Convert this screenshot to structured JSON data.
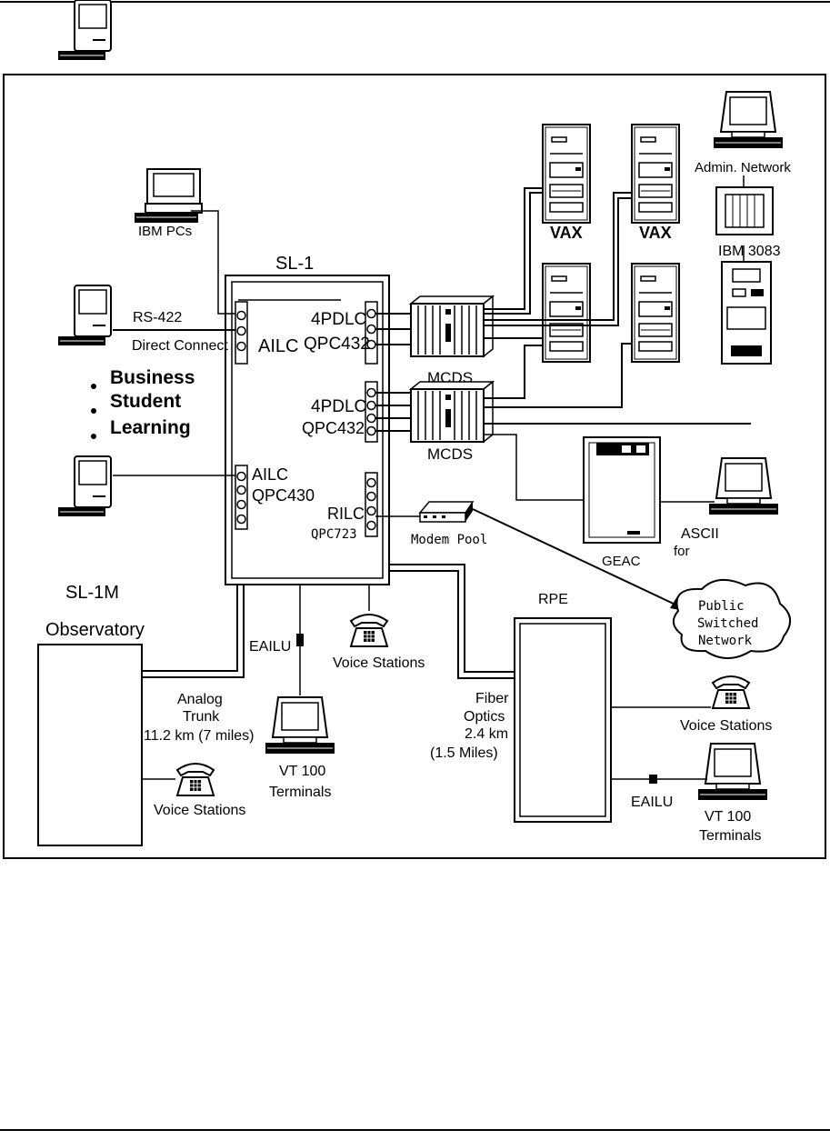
{
  "sl1": {
    "title": "SL-1",
    "card_4pdlc_1": "4PDLC",
    "card_qpc432_1": "QPC432",
    "card_ailc_1": "AILC",
    "card_4pdlc_2": "4PDLC",
    "card_qpc432_2": "QPC432",
    "card_ailc_2": "AILC",
    "card_qpc430": "QPC430",
    "card_rilc": "RILC",
    "card_qpc723": "QPC723"
  },
  "left": {
    "ibm_pcs": "IBM PCs",
    "rs422": "RS-422",
    "direct_connect": "Direct Connect",
    "labs": [
      "Business",
      "Student",
      "Learning"
    ]
  },
  "hosts": {
    "vax_1": "VAX",
    "vax_2": "VAX",
    "admin_network": "Admin. Network",
    "ibm_3083": "IBM 3083",
    "mcds_1": "MCDS",
    "mcds_2": "MCDS",
    "geac": "GEAC",
    "ascii": "ASCII",
    "ascii_for": "for"
  },
  "network": {
    "modem_pool": "Modem Pool",
    "public_switched": [
      "Public",
      "Switched",
      "Network"
    ]
  },
  "observatory": {
    "sl1m": "SL-1M",
    "name": "Observatory",
    "analog": "Analog",
    "trunk": "Trunk",
    "distance": "11.2 km (7 miles)",
    "voice_stations": "Voice Stations"
  },
  "center": {
    "eailu": "EAILU",
    "voice_stations": "Voice Stations",
    "vt100": "VT 100",
    "terminals": "Terminals"
  },
  "remote": {
    "rpe": "RPE",
    "fiber": "Fiber",
    "optics": "Optics",
    "distance_km": "2.4 km",
    "distance_mi": "(1.5 Miles)",
    "voice_stations": "Voice Stations",
    "eailu": "EAILU",
    "vt100": "VT 100",
    "terminals": "Terminals"
  }
}
